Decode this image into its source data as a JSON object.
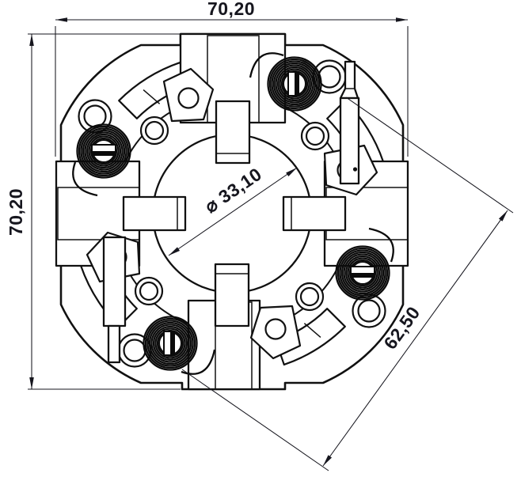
{
  "drawing": {
    "type": "technical-drawing",
    "subject": "brush holder assembly, front view",
    "view_features": [
      "4 coil springs",
      "4 carbon brushes",
      "4 brush housings",
      "central bore",
      "mounting lugs with rivet holes"
    ]
  },
  "dimensions": {
    "width": {
      "label": "70,20",
      "value": 70.2,
      "unit": "mm",
      "orientation": "horizontal-top"
    },
    "height": {
      "label": "70,20",
      "value": 70.2,
      "unit": "mm",
      "orientation": "vertical-left"
    },
    "bore": {
      "label": "⌀ 33,10",
      "value": 33.1,
      "unit": "mm",
      "orientation": "diagonal-through-bore"
    },
    "diagonal": {
      "label": "62,50",
      "value": 62.5,
      "unit": "mm",
      "orientation": "diagonal-bottom-right"
    }
  },
  "style": {
    "background": "#ffffff",
    "line_color": "#111111",
    "spring_color": "#0b0b0b",
    "dimension_text_color": "#16161e",
    "watermark_square": "#fbe5e5",
    "watermark_accent": "#f3c9c9",
    "watermark_swirl": "#ffffff"
  }
}
